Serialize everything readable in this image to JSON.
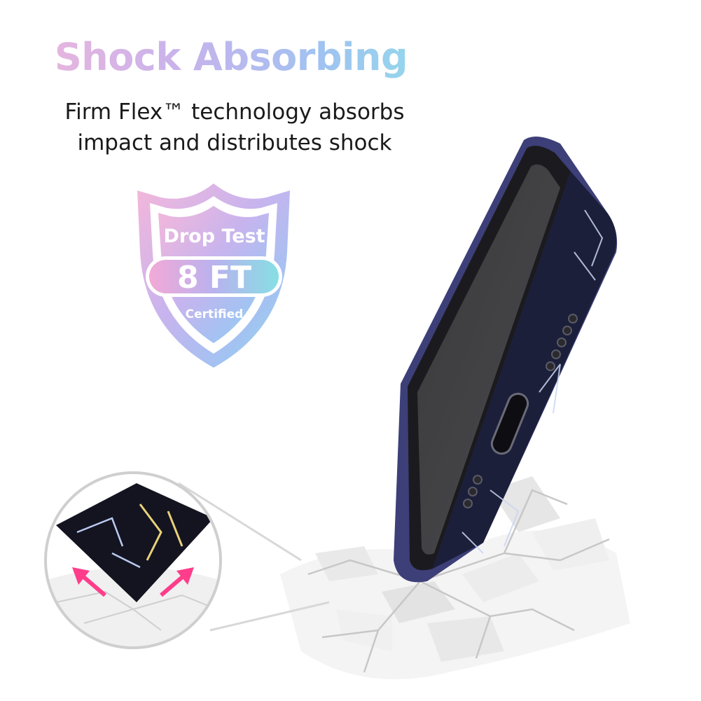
{
  "headline": "Shock Absorbing",
  "subheadline": {
    "line1": "Firm Flex™ technology absorbs",
    "line2": "impact and distributes shock"
  },
  "badge": {
    "top": "Drop Test",
    "middle": "8 FT",
    "bottom": "Certified"
  },
  "colors": {
    "gradient_pink": "#f2b6d9",
    "gradient_lavender": "#c7b3ec",
    "gradient_blue": "#9fc3f1",
    "gradient_aqua": "#8fe0e8",
    "case_navy": "#1c1f3a",
    "bumper_purple": "#3d3f78",
    "arrow_pink": "#ff3d8a"
  },
  "icons": [
    "drop-test-shield-icon",
    "impact-arrow-icon"
  ]
}
